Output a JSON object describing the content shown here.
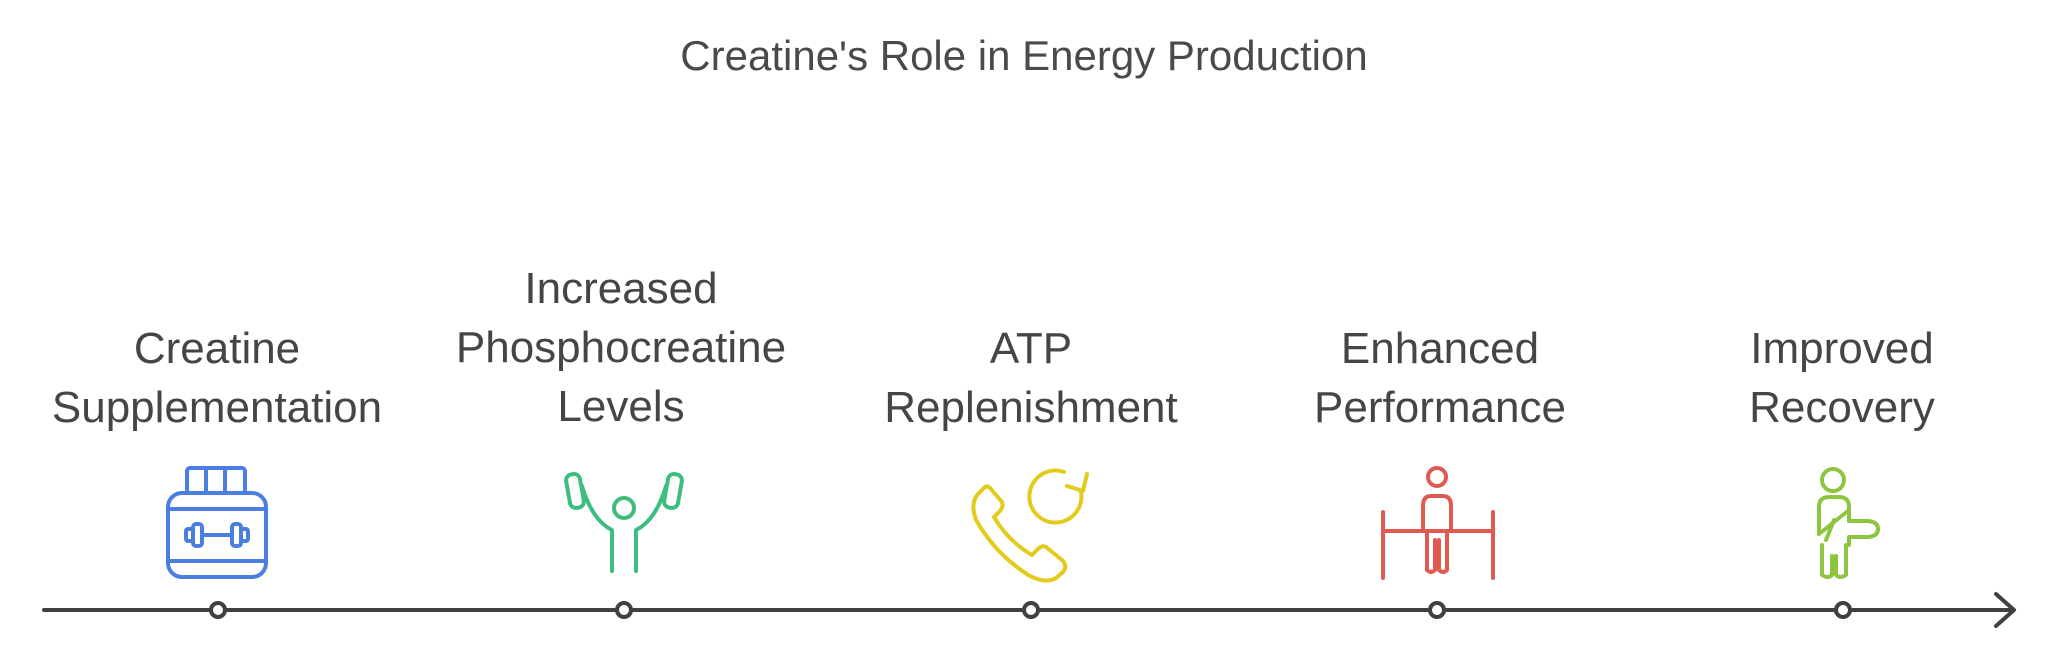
{
  "title": "Creatine's Role in Energy Production",
  "steps": [
    {
      "label": "Creatine\nSupplementation",
      "icon": "supplement-jar-icon",
      "color": "#4A7FE0"
    },
    {
      "label": "Increased\nPhosphocreatine\nLevels",
      "icon": "weightlifter-icon",
      "color": "#3DBE7E"
    },
    {
      "label": "ATP\nReplenishment",
      "icon": "phone-refresh-icon",
      "color": "#E2CB1B"
    },
    {
      "label": "Enhanced\nPerformance",
      "icon": "person-hurdle-icon",
      "color": "#E05A52"
    },
    {
      "label": "Improved\nRecovery",
      "icon": "person-arm-sling-icon",
      "color": "#8CC63F"
    }
  ],
  "timeline_color": "#404040"
}
